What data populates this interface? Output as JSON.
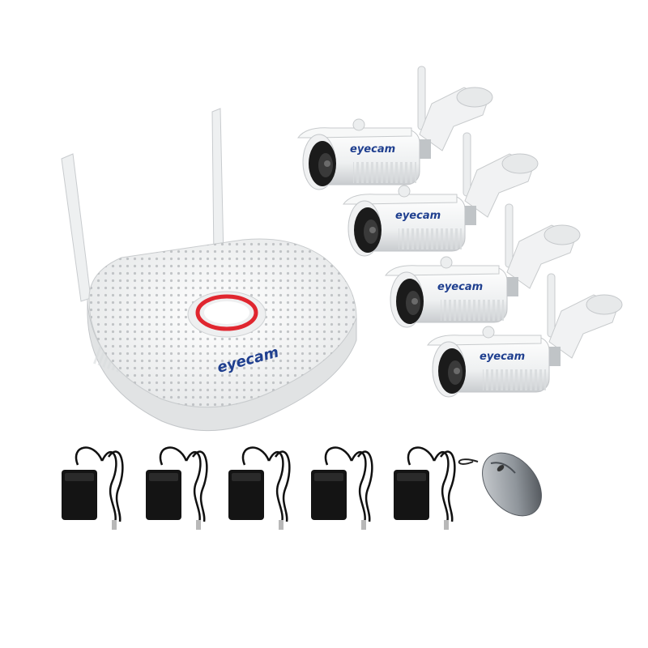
{
  "product": {
    "brand_label": "eyecam",
    "components": [
      {
        "name": "nvr",
        "label": "eyecam"
      },
      {
        "name": "camera-1",
        "label": "eyecam"
      },
      {
        "name": "camera-2",
        "label": "eyecam"
      },
      {
        "name": "camera-3",
        "label": "eyecam"
      },
      {
        "name": "camera-4",
        "label": "eyecam"
      }
    ],
    "power_adapter_count": 5,
    "mouse_count": 1
  },
  "colors": {
    "device_white": "#f2f3f3",
    "device_shadow": "#d6d8d9",
    "lens_black": "#1b1b1b",
    "brand_blue": "#1f3f8f",
    "power_ring_red": "#e0262f",
    "adapter_black": "#141414",
    "mouse_silver": "#9aa0a6"
  }
}
